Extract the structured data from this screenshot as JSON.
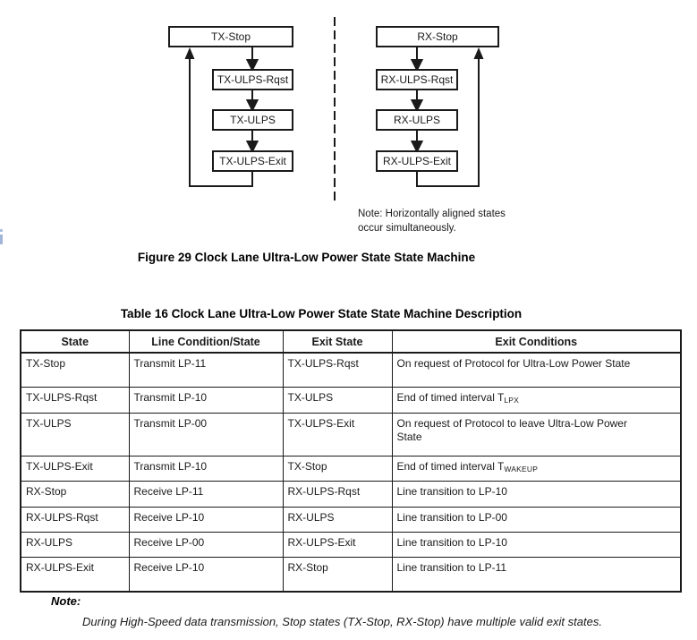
{
  "diagram": {
    "tx_states": [
      "TX-Stop",
      "TX-ULPS-Rqst",
      "TX-ULPS",
      "TX-ULPS-Exit"
    ],
    "rx_states": [
      "RX-Stop",
      "RX-ULPS-Rqst",
      "RX-ULPS",
      "RX-ULPS-Exit"
    ],
    "note_line1": "Note: Horizontally aligned states",
    "note_line2": "occur simultaneously.",
    "caption": "Figure 29 Clock Lane Ultra-Low Power State State Machine",
    "line_color": "#1a1a1a"
  },
  "table": {
    "caption": "Table 16 Clock Lane Ultra-Low Power State State Machine Description",
    "headers": [
      "State",
      "Line Condition/State",
      "Exit State",
      "Exit Conditions"
    ],
    "rows": [
      {
        "state": "TX-Stop",
        "line_condition": "Transmit LP-11",
        "exit_state": "TX-ULPS-Rqst",
        "exit_conditions": "On request of Protocol for Ultra-Low Power State"
      },
      {
        "state": "TX-ULPS-Rqst",
        "line_condition": "Transmit LP-10",
        "exit_state": "TX-ULPS",
        "exit_conditions": "End of timed interval T",
        "exit_sub": "LPX"
      },
      {
        "state": "TX-ULPS",
        "line_condition": "Transmit LP-00",
        "exit_state": "TX-ULPS-Exit",
        "exit_conditions": "On request of Protocol to leave Ultra-Low Power\nState"
      },
      {
        "state": "TX-ULPS-Exit",
        "line_condition": "Transmit LP-10",
        "exit_state": "TX-Stop",
        "exit_conditions": "End of timed interval T",
        "exit_sub": "WAKEUP"
      },
      {
        "state": "RX-Stop",
        "line_condition": "Receive LP-11",
        "exit_state": "RX-ULPS-Rqst",
        "exit_conditions": "Line transition to LP-10"
      },
      {
        "state": "RX-ULPS-Rqst",
        "line_condition": "Receive LP-10",
        "exit_state": "RX-ULPS",
        "exit_conditions": "Line transition to LP-00"
      },
      {
        "state": "RX-ULPS",
        "line_condition": "Receive LP-00",
        "exit_state": "RX-ULPS-Exit",
        "exit_conditions": "Line transition to LP-10"
      },
      {
        "state": "RX-ULPS-Exit",
        "line_condition": "Receive LP-10",
        "exit_state": "RX-Stop",
        "exit_conditions": "Line transition to LP-11"
      }
    ]
  },
  "footnote": {
    "label": "Note:",
    "text": "During High-Speed data transmission, Stop states (TX-Stop, RX-Stop) have multiple valid exit states."
  }
}
